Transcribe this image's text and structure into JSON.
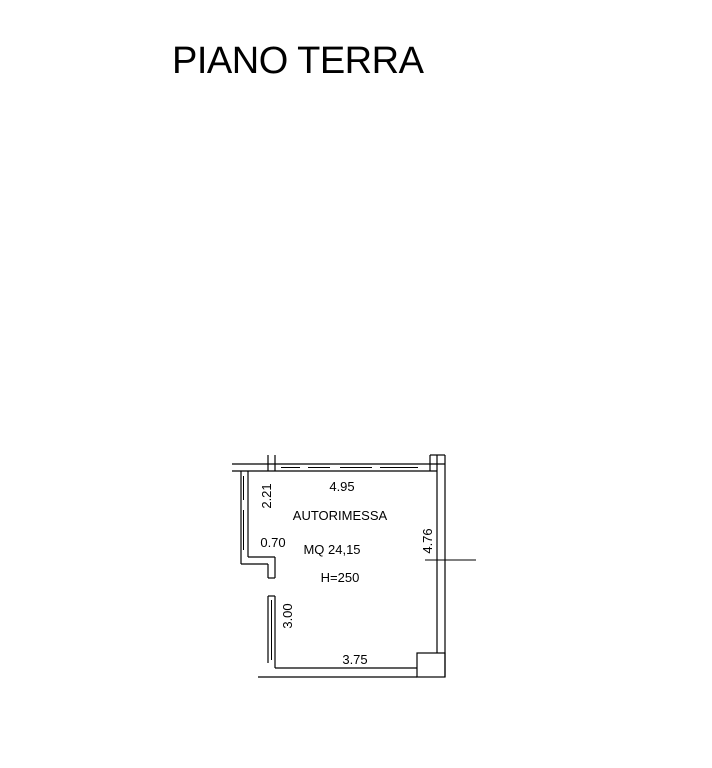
{
  "title": "PIANO TERRA",
  "room": {
    "name": "AUTORIMESSA",
    "area": "MQ 24,15",
    "height": "H=250"
  },
  "dimensions": {
    "top_width": "4.95",
    "bottom_width": "3.75",
    "right_depth": "4.76",
    "left_upper": "2.21",
    "left_lower": "3.00",
    "niche_depth": "0.70"
  },
  "colors": {
    "line": "#000000",
    "background": "#ffffff"
  }
}
